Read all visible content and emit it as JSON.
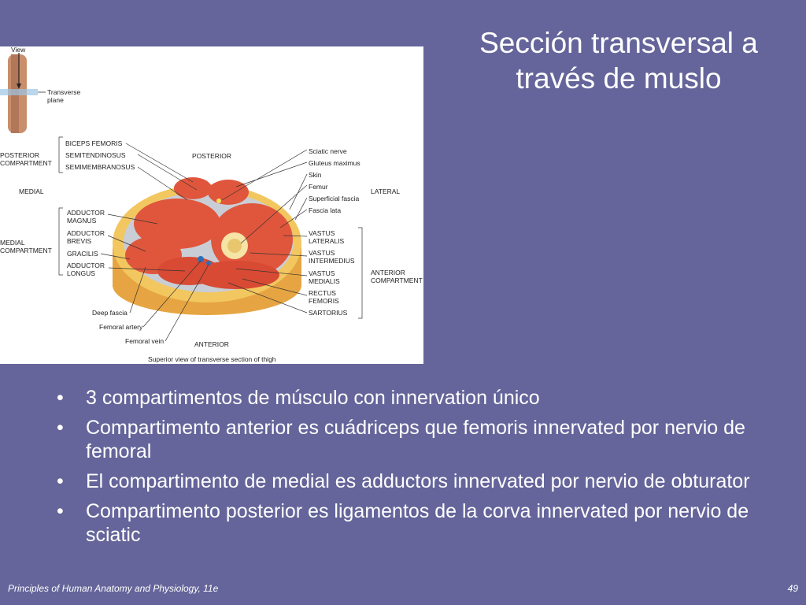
{
  "slide": {
    "title_line1": "Sección transversal a",
    "title_line2": "través de muslo"
  },
  "figure": {
    "view_label": "View",
    "transverse_plane": [
      "Transverse",
      "plane"
    ],
    "posterior_compartment": [
      "POSTERIOR",
      "COMPARTMENT"
    ],
    "medial": "MEDIAL",
    "medial_compartment": [
      "MEDIAL",
      "COMPARTMENT"
    ],
    "posterior": "POSTERIOR",
    "lateral": "LATERAL",
    "anterior": "ANTERIOR",
    "anterior_compartment": [
      "ANTERIOR",
      "COMPARTMENT"
    ],
    "left_labels": [
      "BICEPS FEMORIS",
      "SEMITENDINOSUS",
      "SEMIMEMBRANOSUS"
    ],
    "adductor_magnus": [
      "ADDUCTOR",
      "MAGNUS"
    ],
    "adductor_brevis": [
      "ADDUCTOR",
      "BREVIS"
    ],
    "gracilis": "GRACILIS",
    "adductor_longus": [
      "ADDUCTOR",
      "LONGUS"
    ],
    "right_labels": [
      "Sciatic nerve",
      "Gluteus maximus",
      "Skin",
      "Femur",
      "Superficial fascia",
      "Fascia lata"
    ],
    "vastus_lateralis": [
      "VASTUS",
      "LATERALIS"
    ],
    "vastus_intermedius": [
      "VASTUS",
      "INTERMEDIUS"
    ],
    "vastus_medialis": [
      "VASTUS",
      "MEDIALIS"
    ],
    "rectus_femoris": [
      "RECTUS",
      "FEMORIS"
    ],
    "sartorius": "SARTORIUS",
    "bottom_labels": [
      "Deep fascia",
      "Femoral artery",
      "Femoral vein"
    ],
    "caption": "Superior view of transverse section of thigh"
  },
  "bullets": [
    "3 compartimentos de músculo con innervation único",
    "Compartimento anterior es cuádriceps que femoris innervated por nervio de femoral",
    "El compartimento de medial es adductors innervated por nervio de obturator",
    "Compartimento posterior es ligamentos de la corva innervated por nervio de sciatic"
  ],
  "footer": {
    "source": "Principles of Human Anatomy and Physiology, 11e",
    "page": "49"
  },
  "colors": {
    "background": "#65659b",
    "muscle": "#e0563c",
    "fat": "#f3c760",
    "fascia": "#c9ced6"
  }
}
